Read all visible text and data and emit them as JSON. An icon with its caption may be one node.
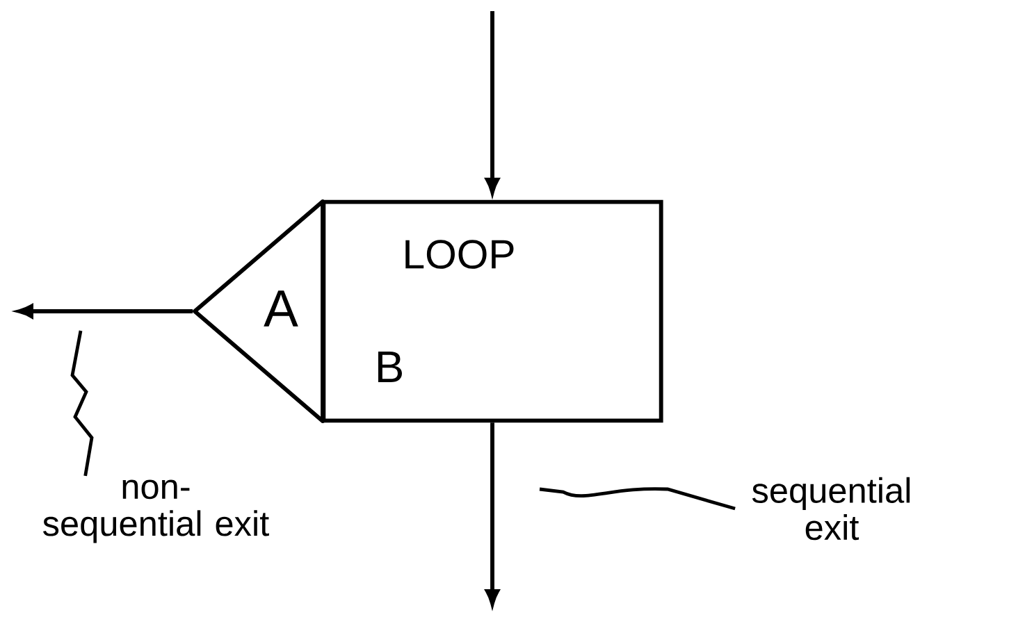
{
  "diagram": {
    "nodes": [
      {
        "text": [
          "LOOP",
          "B"
        ]
      },
      {
        "text": [
          "A"
        ]
      },
      {
        "text": [
          "non-sequential exit"
        ]
      },
      {
        "text": [
          "sequential exit"
        ]
      }
    ],
    "edges": [
      {
        "from": null,
        "to": 0,
        "arrow": "to"
      },
      {
        "from": 1,
        "to": null,
        "arrow": "to"
      },
      {
        "from": 0,
        "to": null,
        "arrow": "to"
      },
      {
        "from": 2,
        "to": null,
        "arrow": "none"
      },
      {
        "from": 3,
        "to": null,
        "arrow": "none"
      }
    ]
  }
}
